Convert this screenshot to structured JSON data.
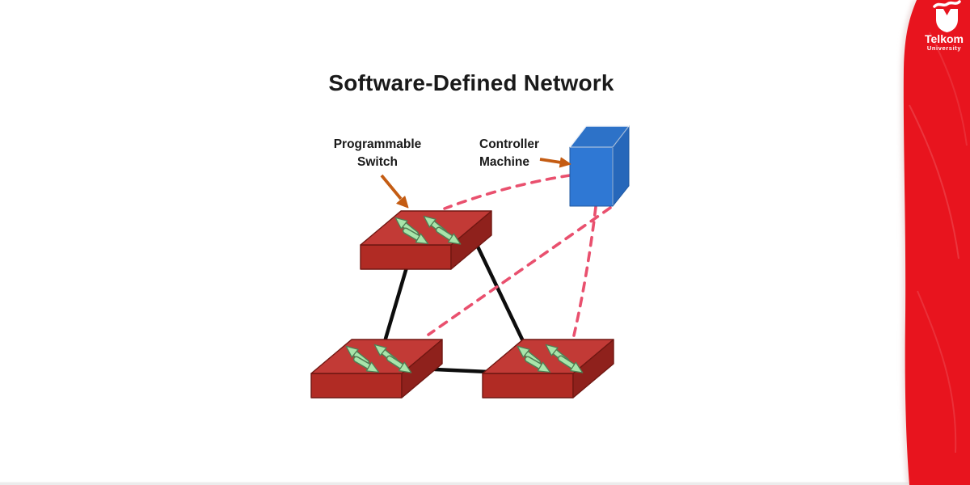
{
  "slide": {
    "title": "Software-Defined Network",
    "labels": {
      "programmable_switch": "Programmable\nSwitch",
      "controller_machine": "Controller\nMachine"
    },
    "diagram": {
      "type": "network-topology",
      "nodes": [
        {
          "id": "controller",
          "kind": "controller-machine",
          "shape": "blue-cube"
        },
        {
          "id": "switch-top",
          "kind": "programmable-switch",
          "shape": "red-switch-with-green-arrows"
        },
        {
          "id": "switch-bottom-left",
          "kind": "programmable-switch",
          "shape": "red-switch-with-green-arrows"
        },
        {
          "id": "switch-bottom-right",
          "kind": "programmable-switch",
          "shape": "red-switch-with-green-arrows"
        }
      ],
      "links": [
        {
          "from": "switch-top",
          "to": "switch-bottom-left",
          "style": "solid-black"
        },
        {
          "from": "switch-top",
          "to": "switch-bottom-right",
          "style": "solid-black"
        },
        {
          "from": "switch-bottom-left",
          "to": "switch-bottom-right",
          "style": "solid-black"
        },
        {
          "from": "controller",
          "to": "switch-top",
          "style": "dashed-pink"
        },
        {
          "from": "controller",
          "to": "switch-bottom-left",
          "style": "dashed-pink"
        },
        {
          "from": "controller",
          "to": "switch-bottom-right",
          "style": "dashed-pink"
        }
      ],
      "callouts": [
        {
          "label": "Programmable\nSwitch",
          "points_to": "switch-top",
          "arrow_color": "orange"
        },
        {
          "label": "Controller\nMachine",
          "points_to": "controller",
          "arrow_color": "orange"
        }
      ]
    }
  },
  "branding": {
    "name": "Telkom",
    "subname": "University"
  },
  "colors": {
    "text_dark": "#1a1a1a",
    "switch_top": "#c23a36",
    "switch_front": "#b12b24",
    "switch_side": "#8f211c",
    "switch_edge": "#701712",
    "arrow_fill": "#a8e5aa",
    "arrow_stroke": "#4f7f54",
    "cube_front": "#2f78d4",
    "cube_top": "#2d72c8",
    "cube_side": "#2667ba",
    "cube_edge": "#2058a0",
    "control_link": "#e9506e",
    "data_link": "#0d0d0d",
    "pointer_arrow": "#c45c13",
    "brand_red": "#e8141e"
  }
}
